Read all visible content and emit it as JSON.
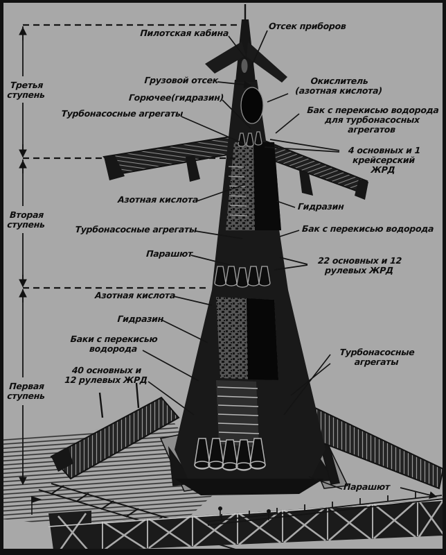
{
  "palette": {
    "background": "#a8a8a8",
    "ink": "#121212",
    "frame": "#121212"
  },
  "stages": [
    {
      "id": "third-stage",
      "label": "Третья\nступень"
    },
    {
      "id": "second-stage",
      "label": "Вторая\nступень"
    },
    {
      "id": "first-stage",
      "label": "Первая\nступень"
    }
  ],
  "labels": [
    {
      "id": "instrument-bay",
      "text": "Отсек приборов"
    },
    {
      "id": "pilot-cabin",
      "text": "Пилотская кабина"
    },
    {
      "id": "cargo-bay",
      "text": "Грузовой отсек"
    },
    {
      "id": "oxidizer",
      "text": "Окислитель\n(азотная кислота)"
    },
    {
      "id": "fuel-hydrazine",
      "text": "Горючее(гидразин)"
    },
    {
      "id": "turbopumps-stage3",
      "text": "Турбонасосные агрегаты"
    },
    {
      "id": "peroxide-tank-stage3",
      "text": "Бак с перекисью водорода\nдля турбонасосных\nагрегатов"
    },
    {
      "id": "engines-stage3",
      "text": "4 основных и 1\nкрейсерский\nЖРД"
    },
    {
      "id": "nitric-acid-stage2",
      "text": "Азотная кислота"
    },
    {
      "id": "hydrazine-stage2",
      "text": "Гидразин"
    },
    {
      "id": "turbopumps-stage2",
      "text": "Турбонасосные агрегаты"
    },
    {
      "id": "peroxide-tank-stage2",
      "text": "Бак с перекисью водорода"
    },
    {
      "id": "parachute-stage2",
      "text": "Парашют"
    },
    {
      "id": "engines-stage2",
      "text": "22 основных и 12\nрулевых ЖРД"
    },
    {
      "id": "nitric-acid-stage1",
      "text": "Азотная кислота"
    },
    {
      "id": "hydrazine-stage1",
      "text": "Гидразин"
    },
    {
      "id": "peroxide-tanks-stage1",
      "text": "Баки с перекисью\nводорода"
    },
    {
      "id": "engines-stage1",
      "text": "40 основных и\n12 рулевых ЖРД"
    },
    {
      "id": "turbopumps-stage1",
      "text": "Турбонасосные\nагрегаты"
    },
    {
      "id": "parachute-stage1",
      "text": "Парашют"
    }
  ]
}
